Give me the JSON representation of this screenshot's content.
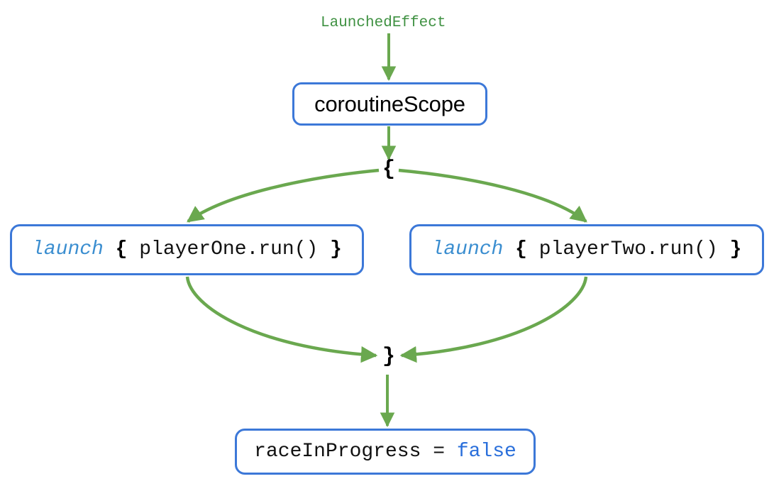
{
  "diagram": {
    "title": "LaunchedEffect coroutineScope race flow",
    "colors": {
      "edge_green": "#6aa84f",
      "node_border_blue": "#3c78d8",
      "keyword_blue": "#3b8ed0",
      "literal_blue": "#2a6fdb",
      "label_green": "#3f9142",
      "text_black": "#111111",
      "background": "#ffffff"
    },
    "labels": {
      "launched_effect": "LaunchedEffect",
      "brace_open": "{",
      "brace_close": "}"
    },
    "nodes": {
      "coroutine_scope": {
        "text": "coroutineScope"
      },
      "launch_one": {
        "keyword": "launch",
        "brace_open": "{",
        "body": "playerOne.run()",
        "brace_close": "}",
        "full_text": "launch { playerOne.run() }"
      },
      "launch_two": {
        "keyword": "launch",
        "brace_open": "{",
        "body": "playerTwo.run()",
        "brace_close": "}",
        "full_text": "launch { playerTwo.run() }"
      },
      "race_flag": {
        "assignment": "raceInProgress = ",
        "value": "false",
        "full_text": "raceInProgress = false"
      }
    },
    "edges": [
      {
        "id": "effect-to-scope",
        "from": "LaunchedEffect",
        "to": "coroutineScope",
        "arrow": true
      },
      {
        "id": "scope-to-open-brace",
        "from": "coroutineScope",
        "to": "{",
        "arrow": true
      },
      {
        "id": "open-brace-to-launch-one",
        "from": "{",
        "to": "launch { playerOne.run() }",
        "arrow": true
      },
      {
        "id": "open-brace-to-launch-two",
        "from": "{",
        "to": "launch { playerTwo.run() }",
        "arrow": true
      },
      {
        "id": "launch-one-to-close-brace",
        "from": "launch { playerOne.run() }",
        "to": "}",
        "arrow": true
      },
      {
        "id": "launch-two-to-close-brace",
        "from": "launch { playerTwo.run() }",
        "to": "}",
        "arrow": true
      },
      {
        "id": "close-brace-to-race-flag",
        "from": "}",
        "to": "raceInProgress = false",
        "arrow": true
      }
    ]
  }
}
